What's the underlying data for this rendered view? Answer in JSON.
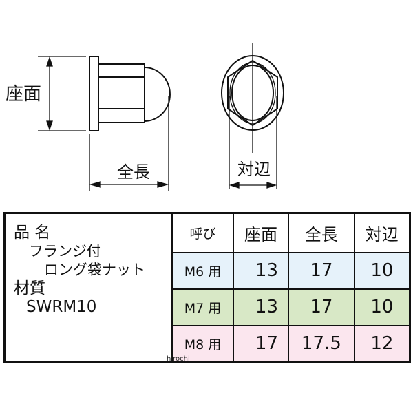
{
  "diagram": {
    "seat_label": "座面",
    "length_label": "全長",
    "width_across_flats_label": "対辺"
  },
  "product": {
    "name_label": "品 名",
    "name_line1": "フランジ付",
    "name_line2": "ロング袋ナット",
    "material_label": "材質",
    "material": "SWRM10"
  },
  "table": {
    "headers": [
      "呼び",
      "座面",
      "全長",
      "対辺"
    ],
    "rows": [
      {
        "size": "M6 用",
        "seat": "13",
        "length": "17",
        "flats": "10",
        "color": "#e6f2fa"
      },
      {
        "size": "M7 用",
        "seat": "13",
        "length": "17",
        "flats": "10",
        "color": "#d8e8c6"
      },
      {
        "size": "M8 用",
        "seat": "17",
        "length": "17.5",
        "flats": "12",
        "color": "#fbe6ee"
      }
    ]
  },
  "watermark": "hirochi"
}
